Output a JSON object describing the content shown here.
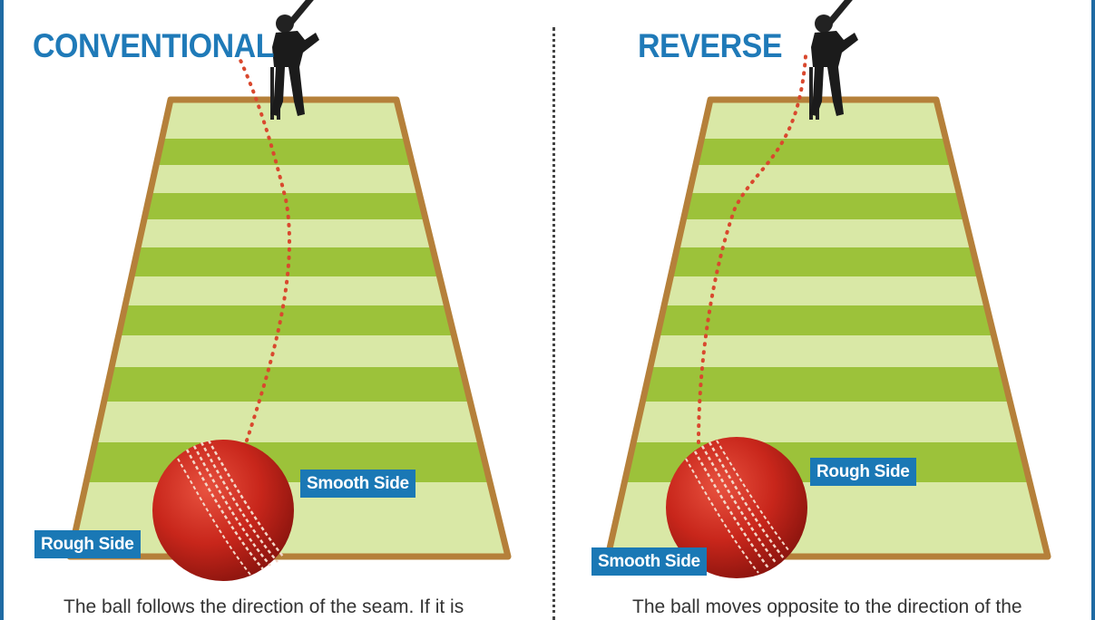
{
  "panels": [
    {
      "title": "CONVENTIONAL",
      "tag_left": "Rough Side",
      "tag_right": "Smooth Side",
      "caption": "The ball follows the direction of the seam. If it is"
    },
    {
      "title": "REVERSE",
      "tag_left": "Smooth Side",
      "tag_right": "Rough Side",
      "caption": "The ball moves opposite to the direction of the"
    }
  ],
  "colors": {
    "title": "#1f7ab8",
    "tag_bg": "#1a78b5",
    "pitch_border": "#b5803a",
    "stripe_dark": "#9cc23a",
    "stripe_light": "#d9e8a6",
    "trajectory": "#d9482e",
    "ball": "#c8261b",
    "frame": "#1f6aa3"
  },
  "icons": [
    "batsman-icon",
    "cricket-ball-icon"
  ]
}
